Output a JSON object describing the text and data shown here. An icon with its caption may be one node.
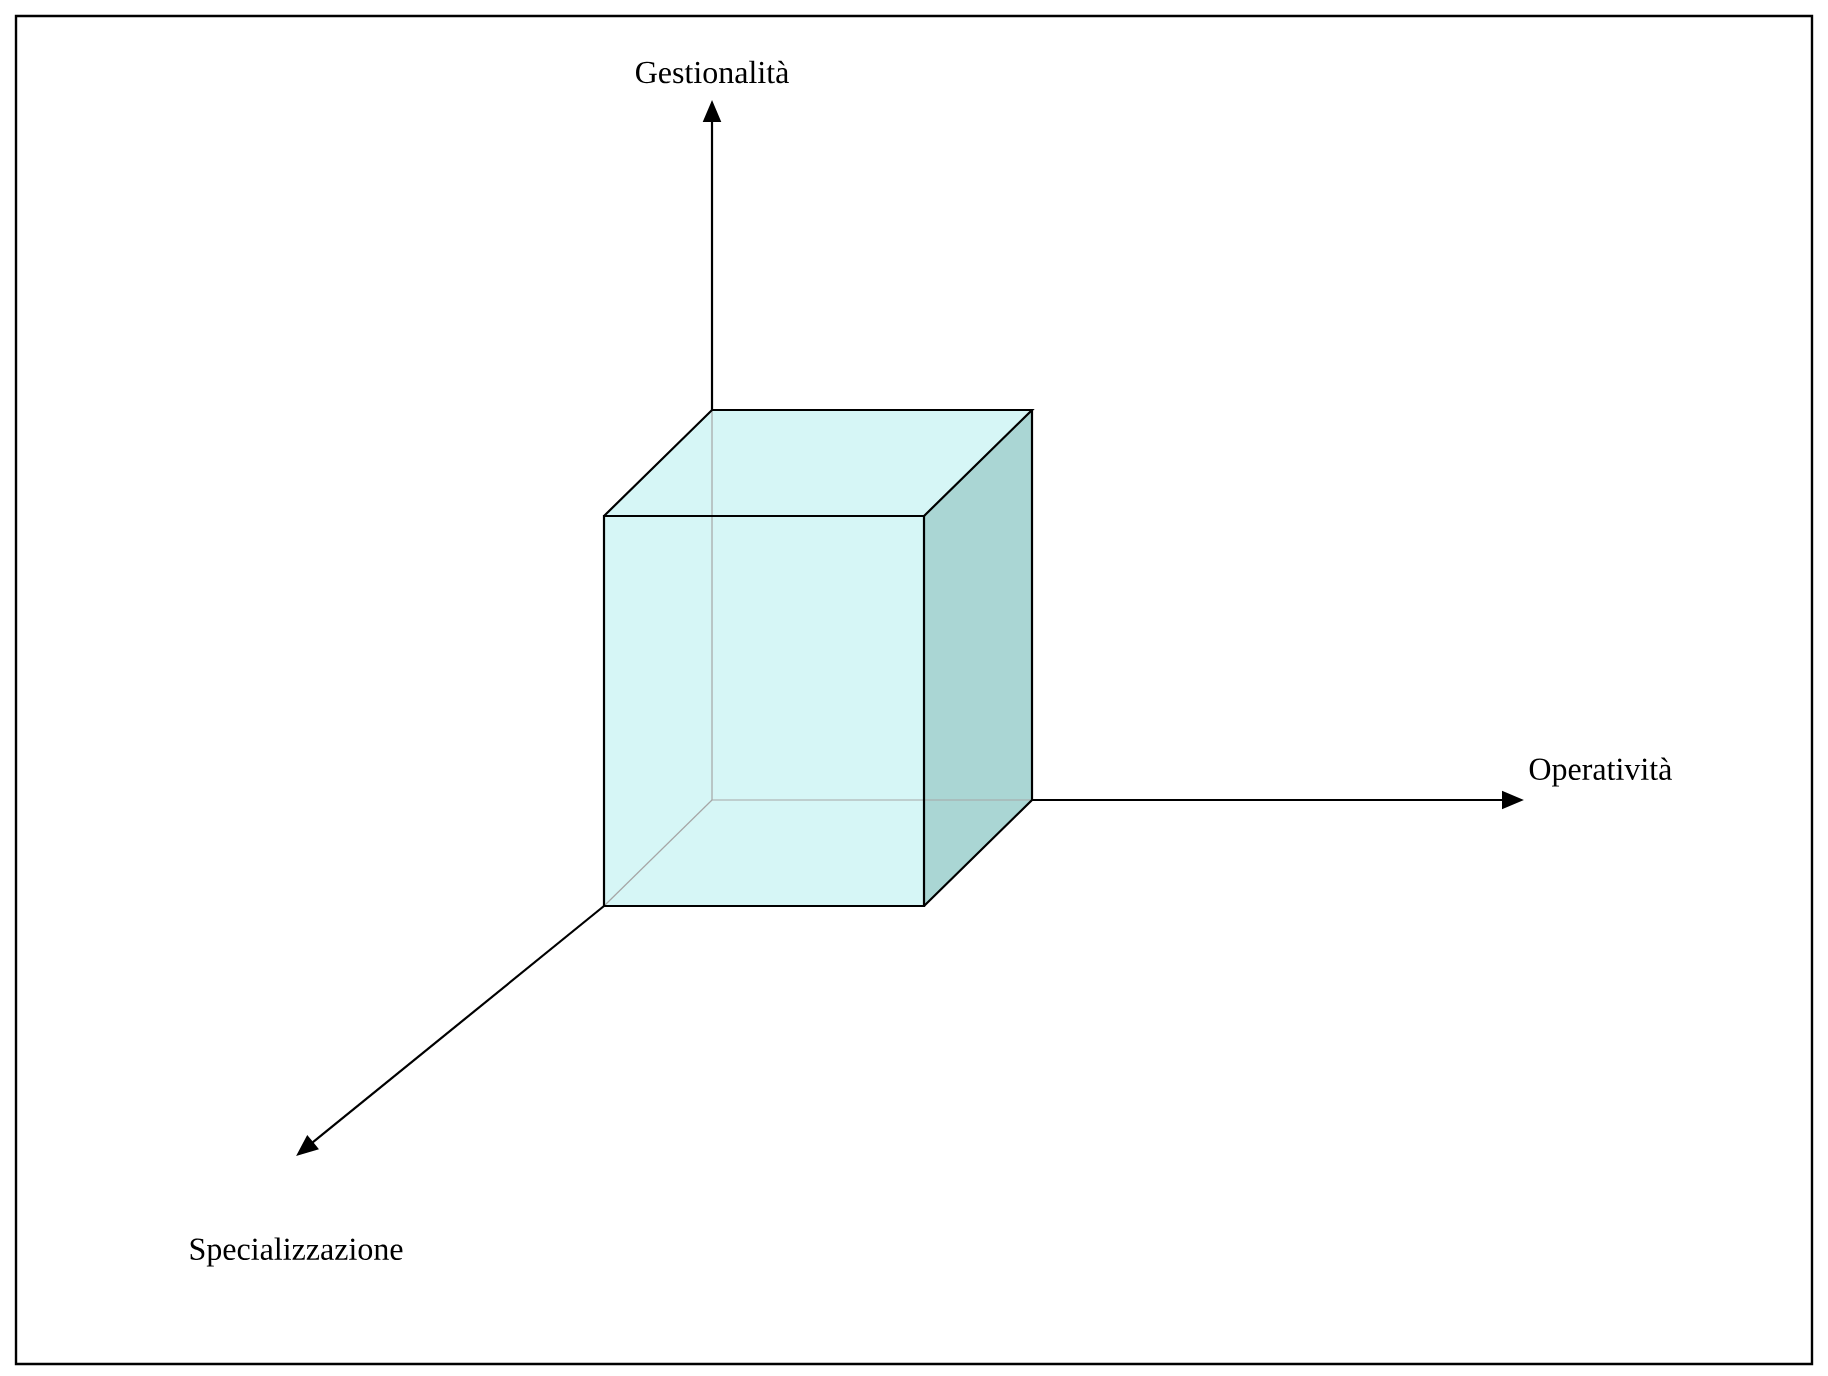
{
  "diagram": {
    "labels": [
      "Gestionalità",
      "Operatività",
      "Specializzazione"
    ]
  }
}
